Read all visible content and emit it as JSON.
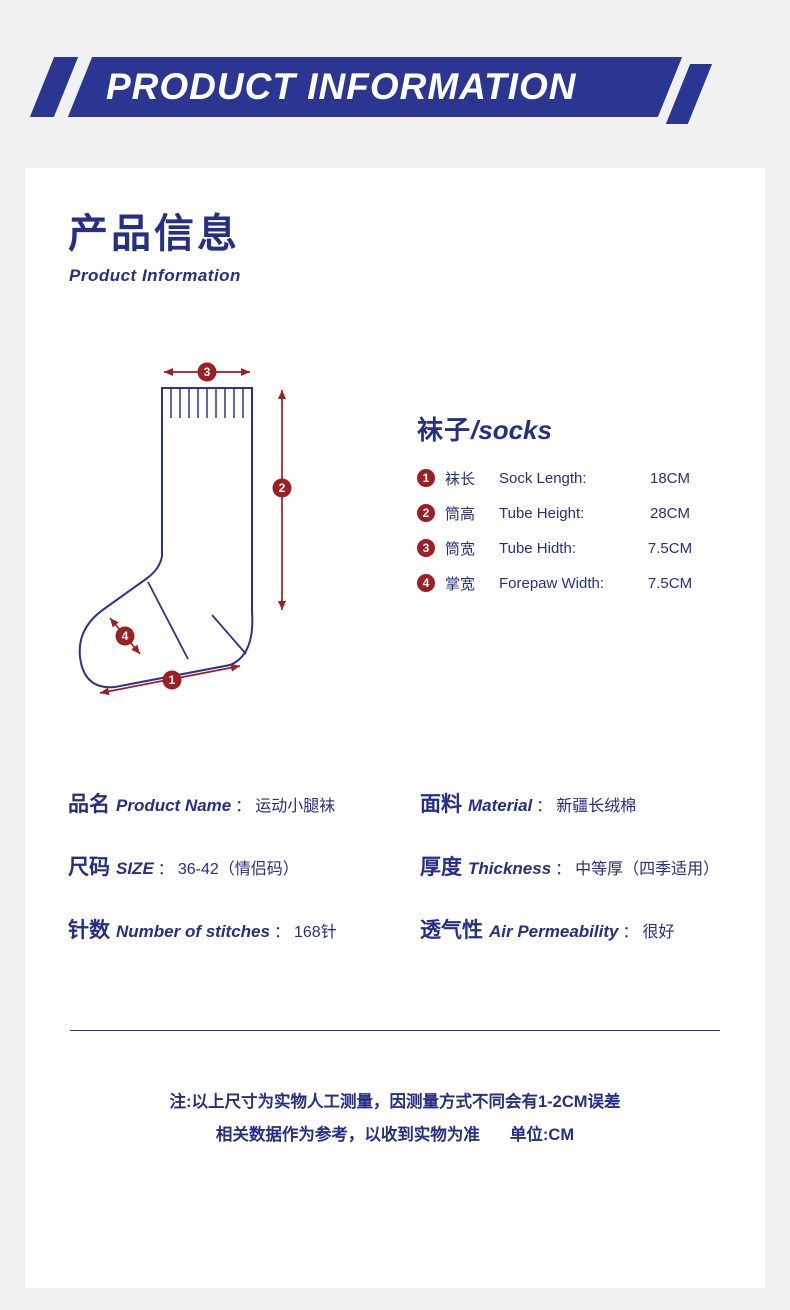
{
  "banner": {
    "title": "PRODUCT INFORMATION"
  },
  "header": {
    "title_cn": "产品信息",
    "title_en": "Product  Information"
  },
  "sock_panel": {
    "heading_cn": "袜子",
    "heading_en": "/socks",
    "rows": [
      {
        "num": "1",
        "label_cn": "袜长",
        "label_en": "Sock Length:",
        "value": "18CM"
      },
      {
        "num": "2",
        "label_cn": "筒高",
        "label_en": "Tube Height:",
        "value": "28CM"
      },
      {
        "num": "3",
        "label_cn": "筒宽",
        "label_en": "Tube Hidth:",
        "value": "7.5CM"
      },
      {
        "num": "4",
        "label_cn": "掌宽",
        "label_en": "Forepaw Width:",
        "value": "7.5CM"
      }
    ]
  },
  "diagram": {
    "markers": [
      "1",
      "2",
      "3",
      "4"
    ]
  },
  "specs": [
    {
      "cn": "品名",
      "en": "Product Name",
      "sep": "：",
      "value": "运动小腿袜"
    },
    {
      "cn": "面料",
      "en": "Material",
      "sep": "：",
      "value": "新疆长绒棉"
    },
    {
      "cn": "尺码",
      "en": "SIZE",
      "sep": "：",
      "value": "36-42（情侣码）"
    },
    {
      "cn": "厚度",
      "en": "Thickness",
      "sep": "：",
      "value": "中等厚（四季适用）"
    },
    {
      "cn": "针数",
      "en": "Number of stitches",
      "sep": "：",
      "value": "168针"
    },
    {
      "cn": "透气性",
      "en": "Air Permeability",
      "sep": "：",
      "value": "很好"
    }
  ],
  "footer": {
    "line1": "注:以上尺寸为实物人工测量，因测量方式不同会有1-2CM误差",
    "line2": "相关数据作为参考，以收到实物为准",
    "unit": "单位:CM"
  },
  "colors": {
    "navy": "#2b3693",
    "red": "#9c1f24"
  }
}
